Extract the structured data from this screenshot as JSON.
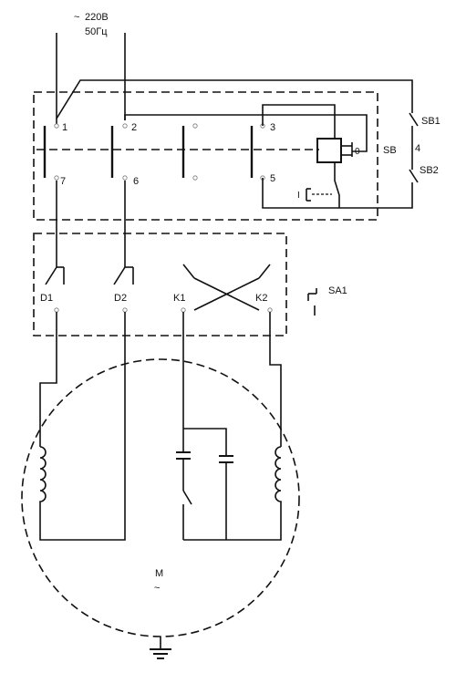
{
  "supply": {
    "tilde": "~",
    "voltage": "220В",
    "frequency": "50Гц"
  },
  "relay": {
    "terminals": {
      "t1": "1",
      "t2": "2",
      "t3": "3",
      "t5": "5",
      "t6": "6",
      "t7": "7"
    },
    "coil_label": "0",
    "indicator_label": "I"
  },
  "switches": {
    "sb": "SB",
    "sb1": "SB1",
    "sb2": "SB2",
    "sb_term": "4"
  },
  "contacts": {
    "d1": "D1",
    "d2": "D2",
    "k1": "K1",
    "k2": "K2"
  },
  "thermal": {
    "label": "SA1"
  },
  "motor": {
    "label": "M",
    "tilde": "~"
  }
}
